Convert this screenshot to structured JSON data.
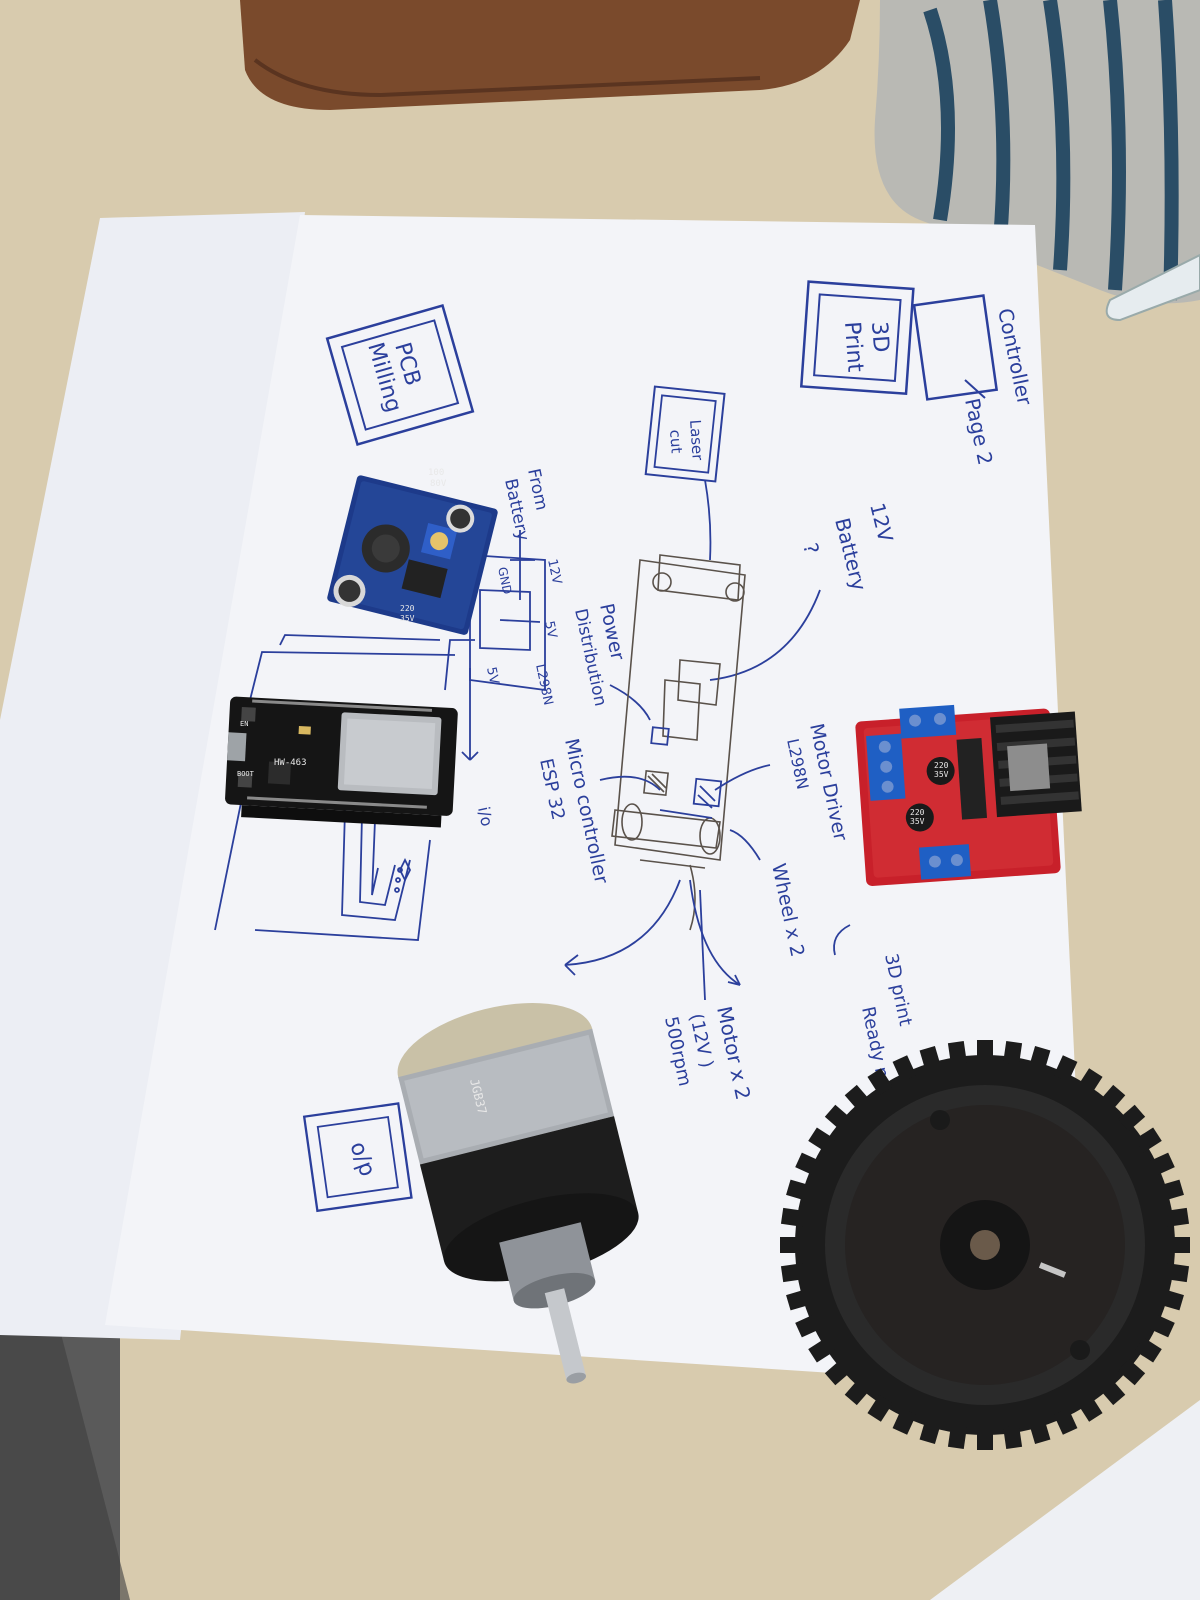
{
  "notes": {
    "pcb_milling": [
      "PCB",
      "Milling"
    ],
    "three_d_print": [
      "3D",
      "Print"
    ],
    "controller": "Controller",
    "page2": "Page 2",
    "laser_cut": [
      "Laser",
      "cut"
    ],
    "battery_12v": "12V",
    "battery": [
      "Battery",
      "?"
    ],
    "from_battery": [
      "From",
      "Battery"
    ],
    "v12": "12V",
    "gnd": "GND",
    "v5a": "5V",
    "v5b": "5V",
    "l298n_small": "L298N",
    "power_distribution": [
      "Power",
      "Distribution"
    ],
    "motor_driver": [
      "Motor Driver",
      "L298N"
    ],
    "micro_controller": [
      "Micro controller",
      "ESP 32"
    ],
    "io": "i/o",
    "wheel": "Wheel x 2",
    "motor": [
      "Motor x 2",
      "(12V )",
      "500rpm"
    ],
    "three_d_print_ready": [
      "3D print",
      "Ready made"
    ],
    "op": "o/p"
  },
  "components": {
    "esp32_label": "HW-463",
    "esp32_boot": "BOOT",
    "esp32_en": "EN",
    "buck_cap_top": [
      "100",
      "80V"
    ],
    "buck_cap_bottom": [
      "220",
      "35V"
    ],
    "driver_cap_a": [
      "220",
      "35V"
    ],
    "driver_cap_b": [
      "220",
      "35V"
    ],
    "motor_label": "JGB37"
  },
  "colors": {
    "ink": "#2b3f9c",
    "paper": "#f3f4f8",
    "table": "#d9ccb0",
    "pcb_blue": "#1d3a8a",
    "pcb_red": "#c8202a",
    "terminal_blue": "#1f5fc4"
  }
}
